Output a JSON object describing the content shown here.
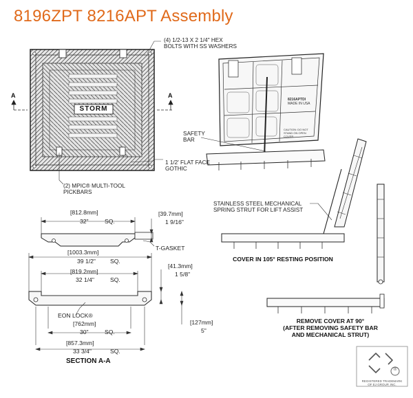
{
  "title": "8196ZPT 8216APT Assembly",
  "callouts": {
    "hex_bolts": [
      "(4) 1/2-13 x 2 1/4\" HEX",
      "BOLTS WITH SS WASHERS"
    ],
    "pickbars": [
      "(2) MPIC® MULTI-TOOL",
      "PICKBARS"
    ],
    "gothic": [
      "1 1/2' FLAT FACE",
      "GOTHIC"
    ],
    "safety_bar": [
      "SAFETY",
      "BAR"
    ],
    "strut": [
      "STAINLESS STEEL MECHANICAL",
      "SPRING STRUT FOR LIFT ASSIST"
    ],
    "t_gasket": "T-GASKET",
    "eon_lock": "EON LOCK®"
  },
  "section_marks": {
    "left": "A",
    "right": "A"
  },
  "cover_text": "STORM",
  "underside_text": {
    "model": "8216APTDI",
    "made_in": "MADE IN USA",
    "warning": "CAUTION: DO NOT STAND ON OPEN COVER"
  },
  "dimensions": {
    "d1_mm": "[812.8mm]",
    "d1_in": "32\"",
    "d1_sq": "SQ.",
    "d2_mm": "[39.7mm]",
    "d2_in": "1 9/16\"",
    "d3_mm": "[1003.3mm]",
    "d3_in": "39 1/2\"",
    "d3_sq": "SQ.",
    "d4_mm": "[819.2mm]",
    "d4_in": "32 1/4\"",
    "d4_sq": "SQ.",
    "d5_mm": "[41.3mm]",
    "d5_in": "1 5/8\"",
    "d6_mm": "[762mm]",
    "d6_in": "30\"",
    "d6_sq": "SQ.",
    "d7_mm": "[127mm]",
    "d7_in": "5\"",
    "d8_mm": "[857.3mm]",
    "d8_in": "33 3/4\"",
    "d8_sq": "SQ."
  },
  "captions": {
    "resting": "COVER IN 105° RESTING POSITION",
    "remove": [
      "REMOVE COVER AT 90°",
      "(AFTER REMOVING SAFETY BAR",
      "AND MECHANICAL STRUT)"
    ],
    "section": "SECTION A-A"
  },
  "trademark": {
    "symbol": "®",
    "lines": [
      "REGISTERED TRADEMARK",
      "OF EJ GROUP, INC."
    ]
  }
}
